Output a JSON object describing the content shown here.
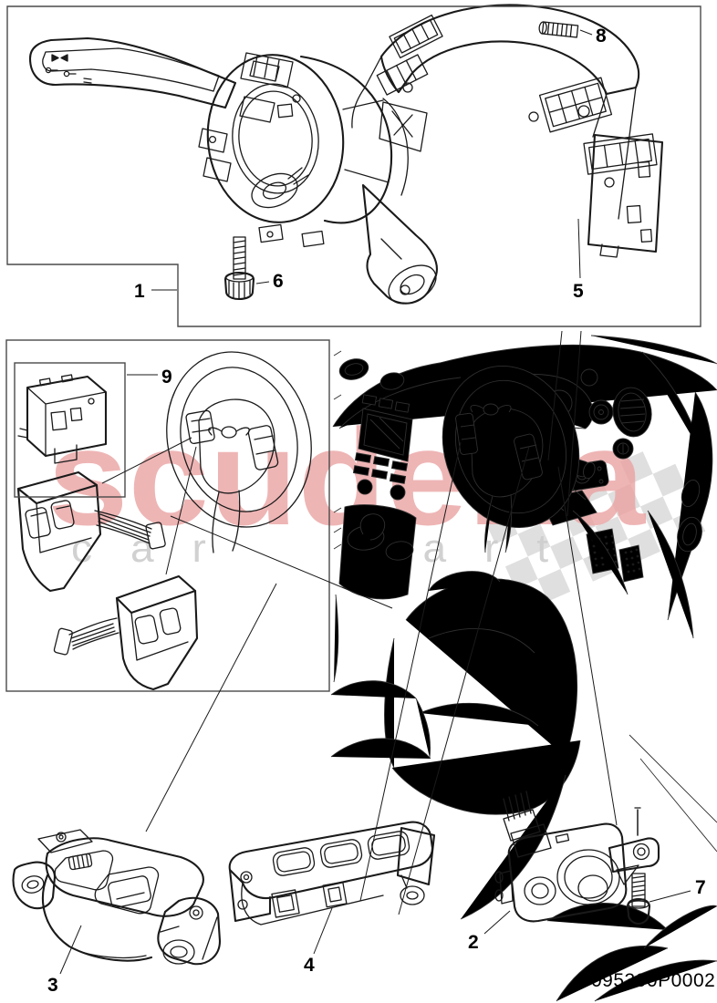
{
  "watermark": {
    "brand": "scuderia",
    "tagline": "car parts",
    "brand_color": "#eba3a3",
    "tagline_color": "#cfcfcf",
    "flag_color": "#dcdcdc"
  },
  "footer": {
    "part_number": "095300P0002"
  },
  "colors": {
    "line": "#1a1a1a",
    "box_border": "#4a4a4a"
  },
  "callouts": {
    "c1": "1",
    "c2": "2",
    "c3": "3",
    "c4": "4",
    "c5": "5",
    "c6": "6",
    "c7": "7",
    "c8": "8",
    "c9": "9"
  }
}
